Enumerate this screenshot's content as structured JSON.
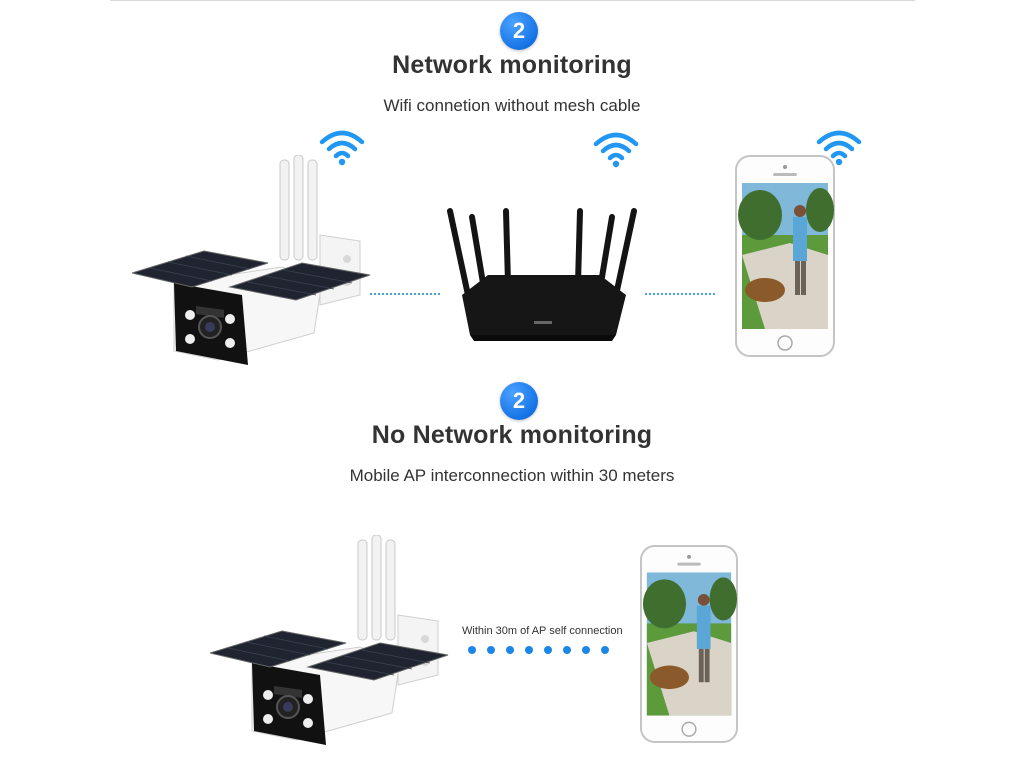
{
  "section_one": {
    "step": "2",
    "title": "Network monitoring",
    "subtitle": "Wifi connetion without mesh cable"
  },
  "section_two": {
    "step": "2",
    "title": "No Network monitoring",
    "subtitle": "Mobile AP interconnection within 30 meters",
    "link_note": "Within 30m of AP self connection"
  },
  "colors": {
    "badge_blue": "#1573e6",
    "wifi_blue": "#2196f3",
    "heading_text": "#333333"
  },
  "icons": [
    "wifi-icon",
    "solar-camera",
    "router",
    "smartphone"
  ]
}
